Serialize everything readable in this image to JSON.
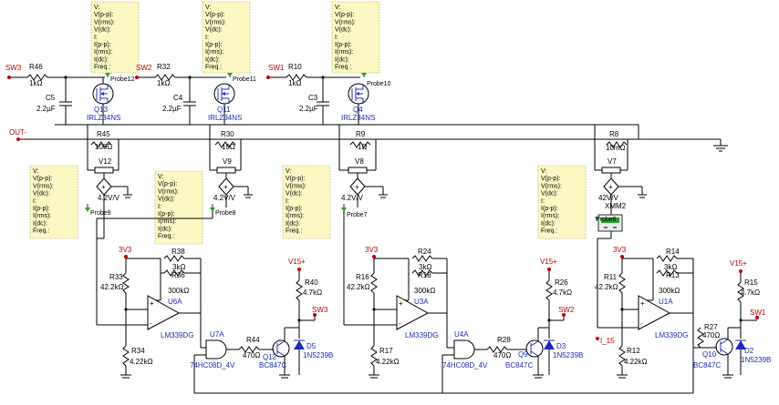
{
  "colors": {
    "wire": "#000000",
    "net_label": "#c00000",
    "part_label": "#1a2bb8",
    "probe_bg": "#fbf8c4",
    "probe_green": "#2e9e2e"
  },
  "probe_fields": [
    "V:",
    "V(p-p):",
    "V(rms):",
    "V(dc):",
    "I:",
    "I(p-p):",
    "I(rms):",
    "I(dc):",
    "Freq.:"
  ],
  "nets": {
    "sw3": "SW3",
    "sw2": "SW2",
    "sw1": "SW1",
    "out_minus": "OUT-",
    "i_15": "I_15",
    "v3_1": "3V3",
    "v3_2": "3V3",
    "v3_3": "3V3",
    "v15_1": "V15+",
    "v15_2": "V15+",
    "v15_3": "V15+",
    "sw3_out": "SW3",
    "sw2_out": "SW2",
    "sw1_out": "SW1"
  },
  "probes": {
    "probe12": "Probe12",
    "probe11": "Probe11",
    "probe10": "Probe10",
    "probe9": "Probe9",
    "probe8": "Probe8",
    "probe7": "Probe7",
    "probe6": "Probe6"
  },
  "top": {
    "r46": {
      "ref": "R46",
      "val": "1kΩ"
    },
    "r32": {
      "ref": "R32",
      "val": "1kΩ"
    },
    "r10": {
      "ref": "R10",
      "val": "1kΩ"
    },
    "c5": {
      "ref": "C5",
      "val": "2.2µF"
    },
    "c4": {
      "ref": "C4",
      "val": "2.2µF"
    },
    "c3": {
      "ref": "C3",
      "val": "2.2µF"
    },
    "q13": {
      "ref": "Q13",
      "val": "IRLZ34NS"
    },
    "q11": {
      "ref": "Q11",
      "val": "IRLZ34NS"
    },
    "q4": {
      "ref": "Q4",
      "val": "IRLZ34NS"
    },
    "r45": {
      "ref": "R45",
      "val": "100Ω"
    },
    "r30": {
      "ref": "R30",
      "val": "10Ω"
    },
    "r9": {
      "ref": "R9",
      "val": "1Ω"
    },
    "r8": {
      "ref": "R8",
      "val": "10mΩ"
    },
    "v12": {
      "ref": "V12",
      "val": "4.2V/V"
    },
    "v9": {
      "ref": "V9",
      "val": "4.2V/V"
    },
    "v8": {
      "ref": "V8",
      "val": "4.2V/V"
    },
    "v7": {
      "ref": "V7",
      "val": "42V/V"
    },
    "xmm2": {
      "ref": "XMM2"
    }
  },
  "bottom": {
    "r38": {
      "ref": "R38",
      "val": "3kΩ"
    },
    "r36": {
      "ref": "R36",
      "val": "300kΩ"
    },
    "r33": {
      "ref": "R33",
      "val": "42.2kΩ"
    },
    "r34": {
      "ref": "R34",
      "val": "4.22kΩ"
    },
    "u6a": {
      "ref": "U6A",
      "val": "LM339DG"
    },
    "u7a": {
      "ref": "U7A",
      "val": "74HC08D_4V"
    },
    "r44": {
      "ref": "R44",
      "val": "470Ω"
    },
    "q12": {
      "ref": "Q12",
      "val": "BC847C"
    },
    "r40": {
      "ref": "R40",
      "val": "4.7kΩ"
    },
    "d5": {
      "ref": "D5",
      "val": "1N5239B"
    },
    "r24": {
      "ref": "R24",
      "val": "3kΩ"
    },
    "r18": {
      "ref": "R18",
      "val": "300kΩ"
    },
    "r16": {
      "ref": "R16",
      "val": "42.2kΩ"
    },
    "r17": {
      "ref": "R17",
      "val": "4.22kΩ"
    },
    "u3a": {
      "ref": "U3A",
      "val": "LM339DG"
    },
    "u4a": {
      "ref": "U4A",
      "val": "74HC08D_4V"
    },
    "r28": {
      "ref": "R28",
      "val": "470Ω"
    },
    "q9": {
      "ref": "Q9",
      "val": "BC847C"
    },
    "r26": {
      "ref": "R26",
      "val": "4.7kΩ"
    },
    "d3": {
      "ref": "D3",
      "val": "1N5239B"
    },
    "r14": {
      "ref": "R14",
      "val": "3kΩ"
    },
    "r13": {
      "ref": "R13",
      "val": "300kΩ"
    },
    "r11": {
      "ref": "R11",
      "val": "42.2kΩ"
    },
    "r12": {
      "ref": "R12",
      "val": "4.22kΩ"
    },
    "u1a": {
      "ref": "U1A",
      "val": "LM339DG"
    },
    "r27": {
      "ref": "R27",
      "val": "470Ω"
    },
    "q10": {
      "ref": "Q10",
      "val": "BC847C"
    },
    "r15": {
      "ref": "R15",
      "val": "4.7kΩ"
    },
    "d2": {
      "ref": "D2",
      "val": "1N5239B"
    }
  }
}
